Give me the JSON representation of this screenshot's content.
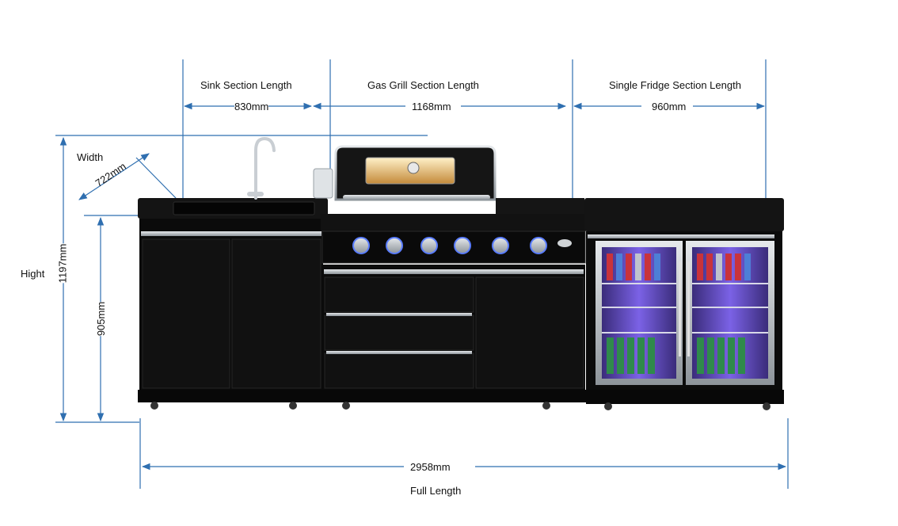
{
  "labels": {
    "sink_section": "Sink Section Length",
    "sink_length": "830mm",
    "grill_section": "Gas Grill Section Length",
    "grill_length": "1168mm",
    "fridge_section": "Single Fridge Section Length",
    "fridge_length": "960mm",
    "width_label": "Width",
    "width_value": "722mm",
    "height_label": "Hight",
    "height_total": "1197mm",
    "height_counter": "905mm",
    "full_length_value": "2958mm",
    "full_length_label": "Full Length"
  },
  "colors": {
    "dimension_line": "#2f6fb0",
    "cabinet": "#0d0d0d",
    "steel": "#b9bec4",
    "fridge_light": "#6a4bd8"
  },
  "icons": [
    "faucet-icon",
    "grill-knob-icon",
    "beverage-can-icon",
    "arrow-icon"
  ]
}
